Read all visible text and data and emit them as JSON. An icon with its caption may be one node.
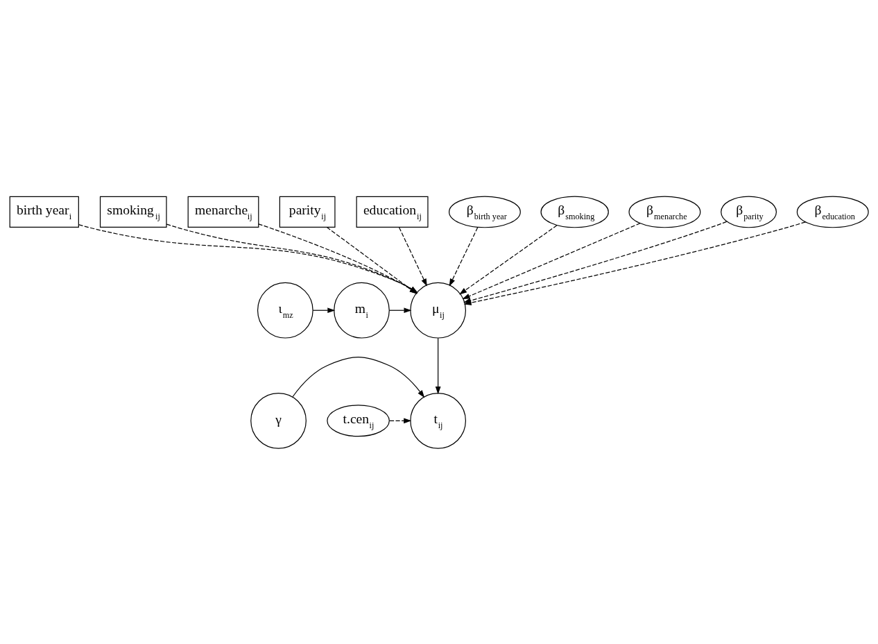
{
  "diagram": {
    "nodes": [
      {
        "text": [
          "birth year$_{i}$"
        ]
      },
      {
        "text": [
          "smoking$_{ij}$"
        ]
      },
      {
        "text": [
          "menarche$_{ij}$"
        ]
      },
      {
        "text": [
          "parity$_{ij}$"
        ]
      },
      {
        "text": [
          "education$_{ij}$"
        ]
      },
      {
        "text": [
          "β$_{birth year}$"
        ]
      },
      {
        "text": [
          "β$_{smoking}$"
        ]
      },
      {
        "text": [
          "β$_{menarche}$"
        ]
      },
      {
        "text": [
          "β$_{parity}$"
        ]
      },
      {
        "text": [
          "β$_{education}$"
        ]
      },
      {
        "text": [
          "ι$_{mz}$"
        ]
      },
      {
        "text": [
          "m$_{i}$"
        ]
      },
      {
        "text": [
          "μ$_{ij}$"
        ]
      },
      {
        "text": [
          "γ"
        ]
      },
      {
        "text": [
          "t$_{ij}$"
        ]
      },
      {
        "text": [
          "t.cen$_{ij}$"
        ]
      }
    ],
    "edges": [
      {
        "from": 0,
        "to": 12,
        "arrow": "to",
        "style": "dashed"
      },
      {
        "from": 1,
        "to": 12,
        "arrow": "to",
        "style": "dashed"
      },
      {
        "from": 2,
        "to": 12,
        "arrow": "to",
        "style": "dashed"
      },
      {
        "from": 3,
        "to": 12,
        "arrow": "to",
        "style": "dashed"
      },
      {
        "from": 4,
        "to": 12,
        "arrow": "to",
        "style": "dashed"
      },
      {
        "from": 5,
        "to": 12,
        "arrow": "to",
        "style": "dashed"
      },
      {
        "from": 6,
        "to": 12,
        "arrow": "to",
        "style": "dashed"
      },
      {
        "from": 7,
        "to": 12,
        "arrow": "to",
        "style": "dashed"
      },
      {
        "from": 8,
        "to": 12,
        "arrow": "to",
        "style": "dashed"
      },
      {
        "from": 9,
        "to": 12,
        "arrow": "to",
        "style": "dashed"
      },
      {
        "from": 10,
        "to": 11,
        "arrow": "to"
      },
      {
        "from": 11,
        "to": 12,
        "arrow": "to"
      },
      {
        "from": 12,
        "to": 14,
        "arrow": "to"
      },
      {
        "from": 13,
        "to": 14,
        "arrow": "to"
      },
      {
        "from": 15,
        "to": 14,
        "arrow": "to",
        "style": "dashed"
      }
    ]
  }
}
